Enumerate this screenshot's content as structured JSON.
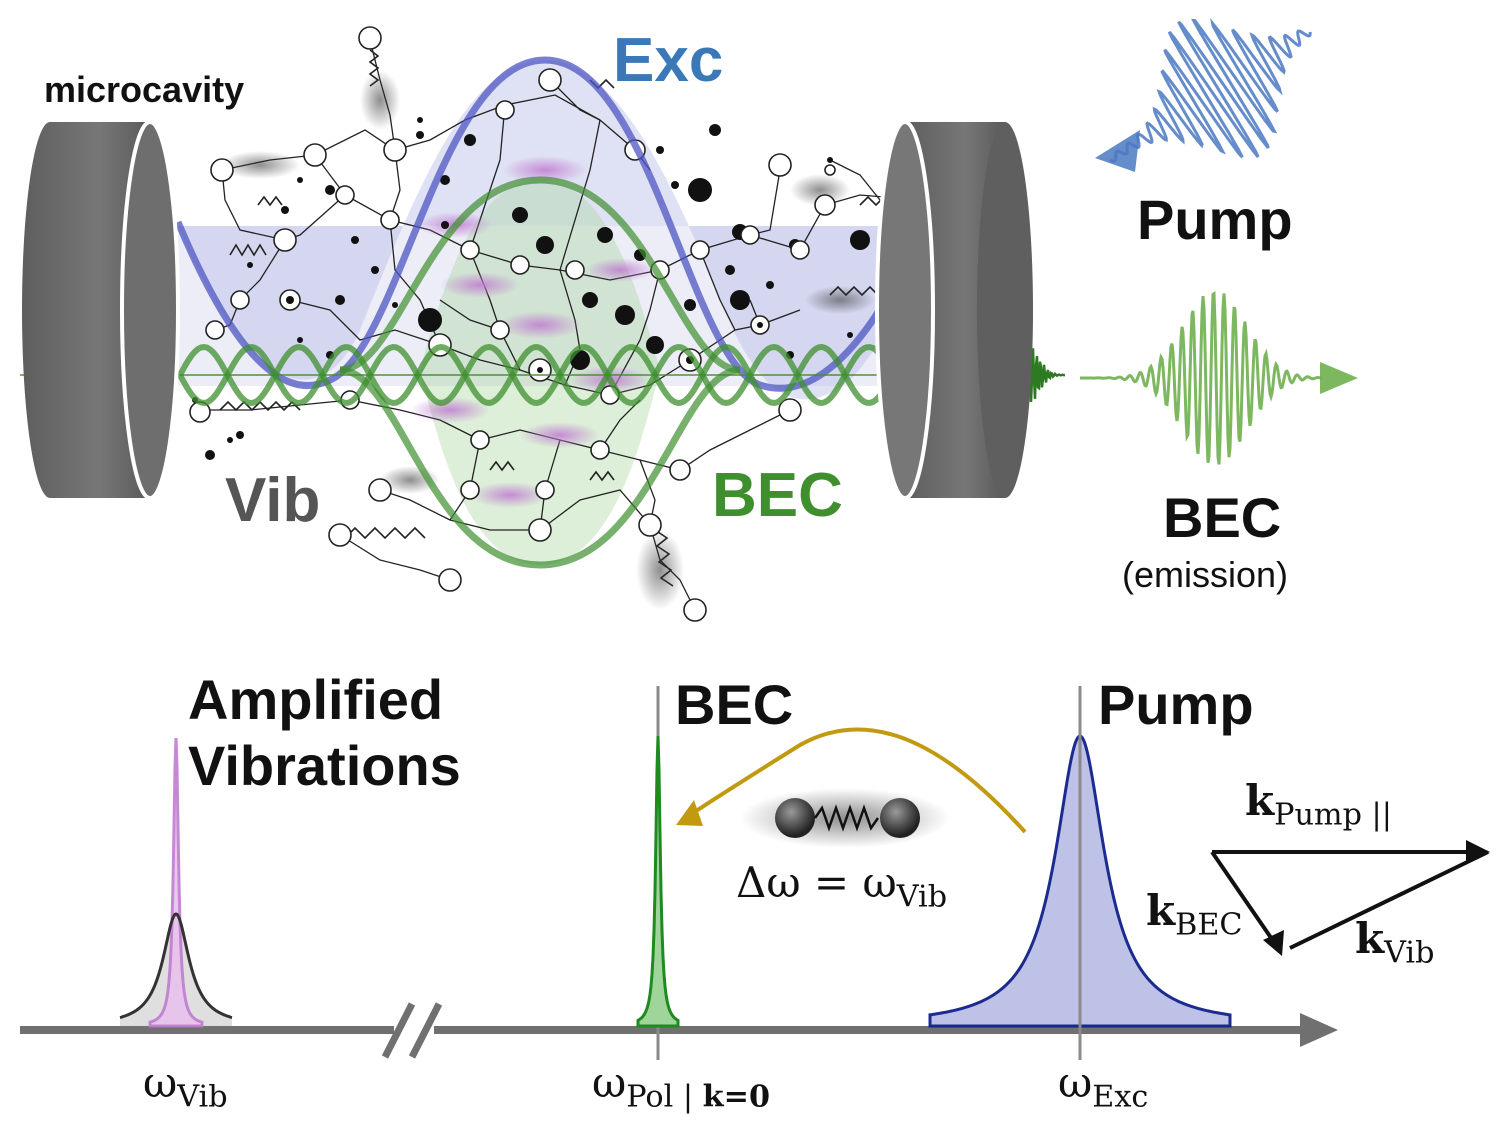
{
  "labels": {
    "microcavity": "microcavity",
    "exc": "Exc",
    "vib": "Vib",
    "bec_cavity": "BEC",
    "pump": "Pump",
    "bec_emission": "BEC",
    "emission": "(emission)",
    "amplified_line1": "Amplified",
    "amplified_line2": "Vibrations",
    "bec_spectrum": "BEC",
    "pump_spectrum": "Pump"
  },
  "equation": {
    "lhs": "Δω = ω",
    "sub": "Vib"
  },
  "omega_vib": {
    "sym": "ω",
    "sub": "Vib"
  },
  "omega_pol": {
    "sym": "ω",
    "sub_plain": "Pol | ",
    "sub_bold": "k=0"
  },
  "omega_exc": {
    "sym": "ω",
    "sub": "Exc"
  },
  "k_pump": {
    "sym": "k",
    "sub": "Pump ||"
  },
  "k_bec": {
    "sym": "k",
    "sub": "BEC"
  },
  "k_vib": {
    "sym": "k",
    "sub": "Vib"
  },
  "colors": {
    "exc": "#3a78b8",
    "bec": "#3f8f2f",
    "vib": "#555555",
    "pink": "#c07bd0",
    "navy": "#10208a",
    "arrow": "#c29a10",
    "axis": "#707070",
    "mirror": "#6b6b6b"
  },
  "icons": [
    "mirror-icon",
    "molecule-network-icon",
    "pump-pulse-icon",
    "emission-pulse-icon",
    "diatomic-molecule-icon",
    "axis-break-icon"
  ]
}
